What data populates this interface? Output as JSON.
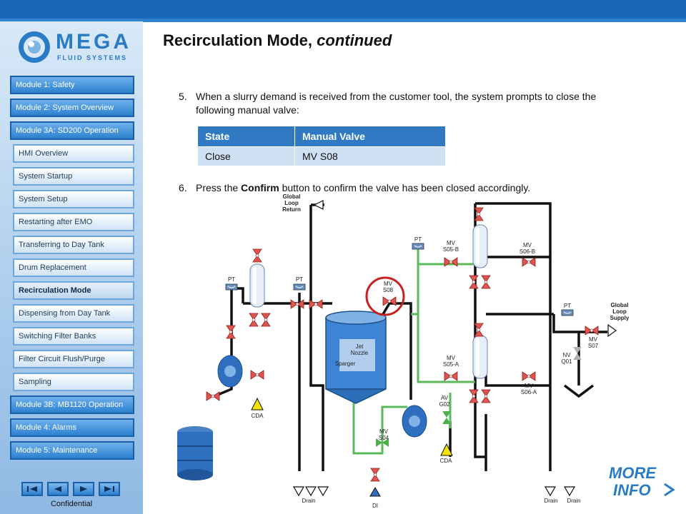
{
  "brand": {
    "logo_word": "MEGA",
    "logo_sub": "FLUID SYSTEMS"
  },
  "nav": {
    "items": [
      {
        "label": "Module 1: Safety",
        "kind": "module"
      },
      {
        "label": "Module 2: System Overview",
        "kind": "module"
      },
      {
        "label": "Module 3A: SD200 Operation",
        "kind": "module"
      },
      {
        "label": "HMI Overview",
        "kind": "sub"
      },
      {
        "label": "System Startup",
        "kind": "sub"
      },
      {
        "label": "System Setup",
        "kind": "sub"
      },
      {
        "label": "Restarting after EMO",
        "kind": "sub"
      },
      {
        "label": "Transferring to Day Tank",
        "kind": "sub"
      },
      {
        "label": "Drum Replacement",
        "kind": "sub"
      },
      {
        "label": "Recirculation Mode",
        "kind": "active"
      },
      {
        "label": "Dispensing from Day Tank",
        "kind": "sub"
      },
      {
        "label": "Switching Filter Banks",
        "kind": "sub"
      },
      {
        "label": "Filter Circuit Flush/Purge",
        "kind": "sub"
      },
      {
        "label": "Sampling",
        "kind": "sub"
      },
      {
        "label": "Module 3B: MB1120 Operation",
        "kind": "module"
      },
      {
        "label": "Module 4: Alarms",
        "kind": "module"
      },
      {
        "label": "Module 5: Maintenance",
        "kind": "module"
      }
    ],
    "buttons": [
      "first-icon",
      "previous-icon",
      "next-icon",
      "last-icon"
    ]
  },
  "footer": {
    "confidential": "Confidential"
  },
  "page": {
    "title_main": "Recirculation Mode,",
    "title_italic": "continued",
    "step5_num": "5.",
    "step5_text": "When a slurry demand is received from the customer tool, the system prompts to close the following manual valve:",
    "table": {
      "headers": [
        "State",
        "Manual Valve"
      ],
      "rows": [
        [
          "Close",
          "MV S08"
        ]
      ]
    },
    "step6_num": "6.",
    "step6_pre": "Press the ",
    "step6_bold": "Confirm",
    "step6_post": " button to confirm the valve has been closed accordingly."
  },
  "diagram": {
    "labels": {
      "global_loop_return": [
        "Global",
        "Loop",
        "Return"
      ],
      "global_loop_supply": [
        "Global",
        "Loop",
        "Supply"
      ],
      "pt": "PT",
      "mv_s08": [
        "MV",
        "S08"
      ],
      "mv_s05b": [
        "MV",
        "S05-B"
      ],
      "mv_s06b": [
        "MV",
        "S06-B"
      ],
      "mv_s05a": [
        "MV",
        "S05-A"
      ],
      "mv_s06a": [
        "MV",
        "S06-A"
      ],
      "mv_s07": [
        "MV",
        "S07"
      ],
      "nv_q01": [
        "NV",
        "Q01"
      ],
      "av_g02": [
        "AV",
        "G02"
      ],
      "mv_s04": [
        "MV",
        "S04"
      ],
      "jet_nozzle": [
        "Jet",
        "Nozzle"
      ],
      "sparger": "Sparger",
      "cda": "CDA",
      "drain": "Drain",
      "di": "DI"
    },
    "highlight_color": "#c8201e",
    "valve_color": "#e0554f",
    "open_valve_color": "#4cae4c",
    "green_pipe_color": "#5bb85b"
  },
  "more_info": [
    "MORE",
    "INFO"
  ]
}
